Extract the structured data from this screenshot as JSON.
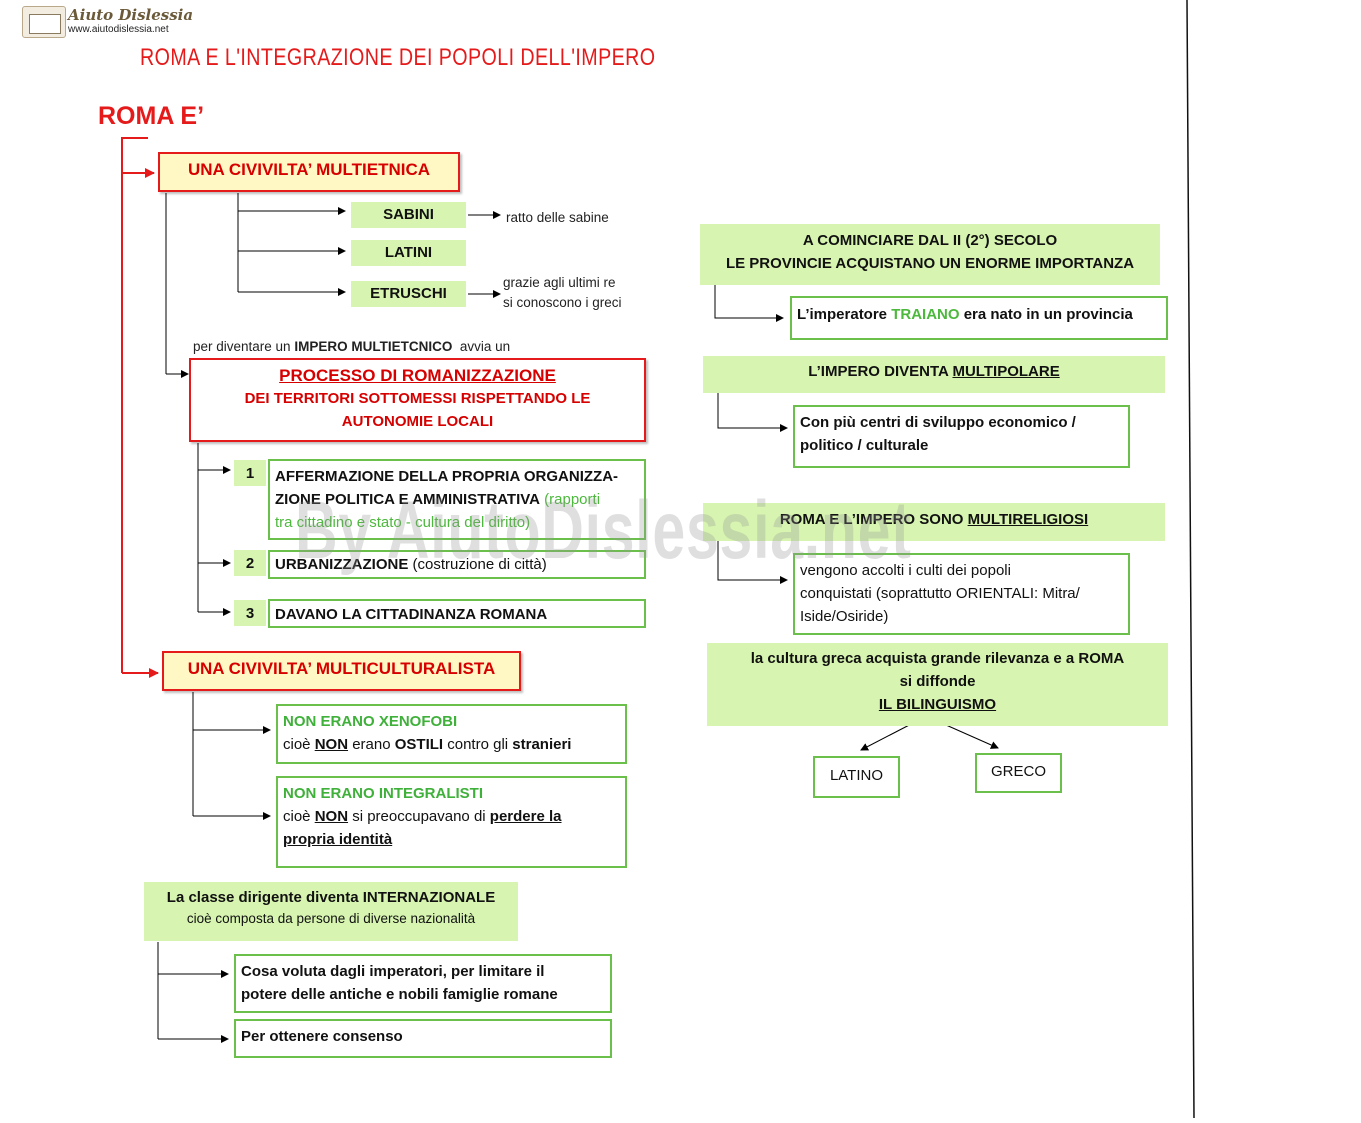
{
  "logo": {
    "name": "Aiuto Dislessia",
    "url": "www.aiutodislessia.net"
  },
  "title": "ROMA E L'INTEGRAZIONE DEI POPOLI DELL'IMPERO",
  "root": "ROMA E’",
  "multietnica": {
    "label": "UNA CIVIVILTA’ MULTIETNICA",
    "peoples": [
      {
        "name": "SABINI",
        "note": "ratto delle sabine"
      },
      {
        "name": "LATINI"
      },
      {
        "name": "ETRUSCHI",
        "note_line1": "grazie agli ultimi re",
        "note_line2": "si conoscono i greci"
      }
    ]
  },
  "intro": {
    "pre": "per diventare un ",
    "bold": "IMPERO MULTIETCNICO",
    "post": "  avvia un"
  },
  "processo": {
    "title": "PROCESSO DI ROMANIZZAZIONE",
    "line2": "DEI TERRITORI SOTTOMESSI RISPETTANDO LE",
    "line3": "AUTONOMIE LOCALI"
  },
  "steps": [
    {
      "num": "1",
      "bold1": "AFFERMAZIONE DELLA PROPRIA ORGANIZZA-",
      "bold2": "ZIONE POLITICA E AMMINISTRATIVA",
      "green1": " (rapporti",
      "green2": "tra cittadino e stato - cultura del diritto)"
    },
    {
      "num": "2",
      "bold": "URBANIZZAZIONE",
      "rest": " (costruzione di città)"
    },
    {
      "num": "3",
      "bold": "DAVANO LA CITTADINANZA ROMANA"
    }
  ],
  "multiculturalista": {
    "label": "UNA CIVIVILTA’ MULTICULTURALISTA",
    "items": [
      {
        "head": "NON ERANO XENOFOBI",
        "t1": "cioè ",
        "t2": "NON",
        "t3": " erano ",
        "t4": "OSTILI",
        "t5": " contro gli ",
        "t6": "stranieri"
      },
      {
        "head": "NON ERANO INTEGRALISTI",
        "t1": "cioè ",
        "t2": "NON",
        "t3": " si preoccupavano di ",
        "t4": "perdere la",
        "t5": "propria identità"
      }
    ]
  },
  "classe": {
    "line1": "La classe dirigente diventa INTERNAZIONALE",
    "line2": "cioè composta da persone di diverse nazionalità",
    "items": [
      {
        "line1": "Cosa voluta dagli imperatori, per limitare il",
        "line2": "potere delle antiche e nobili famiglie romane"
      },
      {
        "line1": "Per ottenere consenso"
      }
    ]
  },
  "right": {
    "secolo": {
      "line1": "A COMINCIARE DAL II (2°) SECOLO",
      "line2": "LE PROVINCIE ACQUISTANO UN ENORME IMPORTANZA"
    },
    "traiano": {
      "pre": "L’imperatore ",
      "name": "TRAIANO",
      "post": " era nato in un provincia"
    },
    "multipolare": {
      "pre": "L’IMPERO DIVENTA ",
      "u": "MULTIPOLARE"
    },
    "centri": {
      "line1": "Con più centri di sviluppo economico /",
      "line2": "politico / culturale"
    },
    "multireligiosi": {
      "pre": "ROMA E L’IMPERO SONO ",
      "u": "MULTIRELIGIOSI"
    },
    "culti": {
      "line1": "vengono accolti i culti dei popoli",
      "line2": "conquistati (soprattutto ORIENTALI: Mitra/",
      "line3": "Iside/Osiride)"
    },
    "greca": {
      "line1": "la cultura greca acquista grande rilevanza e a ROMA",
      "line2": "si diffonde",
      "line3": "IL BILINGUISMO"
    },
    "latino": "LATINO",
    "greco": "GRECO"
  },
  "watermark": "By AiutoDislessia.net",
  "colors": {
    "red": "#e51a1a",
    "green_border": "#6ac04a",
    "green_fill": "#d7f5b0",
    "yellow_fill": "#fff8c4"
  }
}
